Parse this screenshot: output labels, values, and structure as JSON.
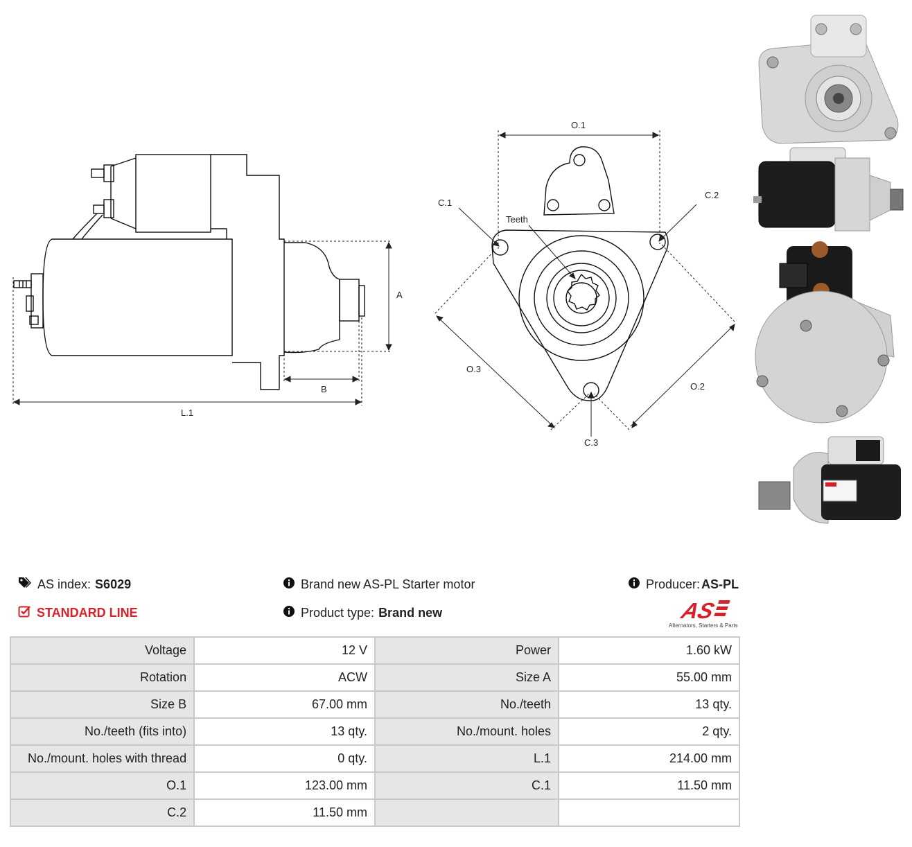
{
  "drawing": {
    "side_labels": {
      "a": "A",
      "b": "B",
      "l1": "L.1"
    },
    "front_labels": {
      "o1": "O.1",
      "o2": "O.2",
      "o3": "O.3",
      "c1": "C.1",
      "c2": "C.2",
      "c3": "C.3",
      "teeth": "Teeth"
    }
  },
  "product": {
    "index_label": "AS index:",
    "index_value": "S6029",
    "line_label": "STANDARD LINE",
    "description": "Brand new AS-PL Starter motor",
    "type_label": "Product type:",
    "type_value": "Brand new",
    "producer_label": "Producer:",
    "producer_value": "AS-PL"
  },
  "logo": {
    "text": "AS",
    "tagline": "Alternators, Starters & Parts"
  },
  "specs": [
    [
      {
        "label": "Voltage",
        "value": "12 V"
      },
      {
        "label": "Power",
        "value": "1.60 kW"
      }
    ],
    [
      {
        "label": "Rotation",
        "value": "ACW"
      },
      {
        "label": "Size A",
        "value": "55.00 mm"
      }
    ],
    [
      {
        "label": "Size B",
        "value": "67.00 mm"
      },
      {
        "label": "No./teeth",
        "value": "13 qty."
      }
    ],
    [
      {
        "label": "No./teeth (fits into)",
        "value": "13 qty."
      },
      {
        "label": "No./mount. holes",
        "value": "2 qty."
      }
    ],
    [
      {
        "label": "No./mount. holes with thread",
        "value": "0 qty."
      },
      {
        "label": "L.1",
        "value": "214.00 mm"
      }
    ],
    [
      {
        "label": "O.1",
        "value": "123.00 mm"
      },
      {
        "label": "C.1",
        "value": "11.50 mm"
      }
    ],
    [
      {
        "label": "C.2",
        "value": "11.50 mm"
      },
      {
        "label": "",
        "value": ""
      }
    ]
  ],
  "colors": {
    "accent": "#d8202a",
    "label_bg": "#e6e6e6",
    "border": "#c9c9c9"
  },
  "icons": [
    "tags-icon",
    "check-square-icon",
    "info-icon"
  ]
}
